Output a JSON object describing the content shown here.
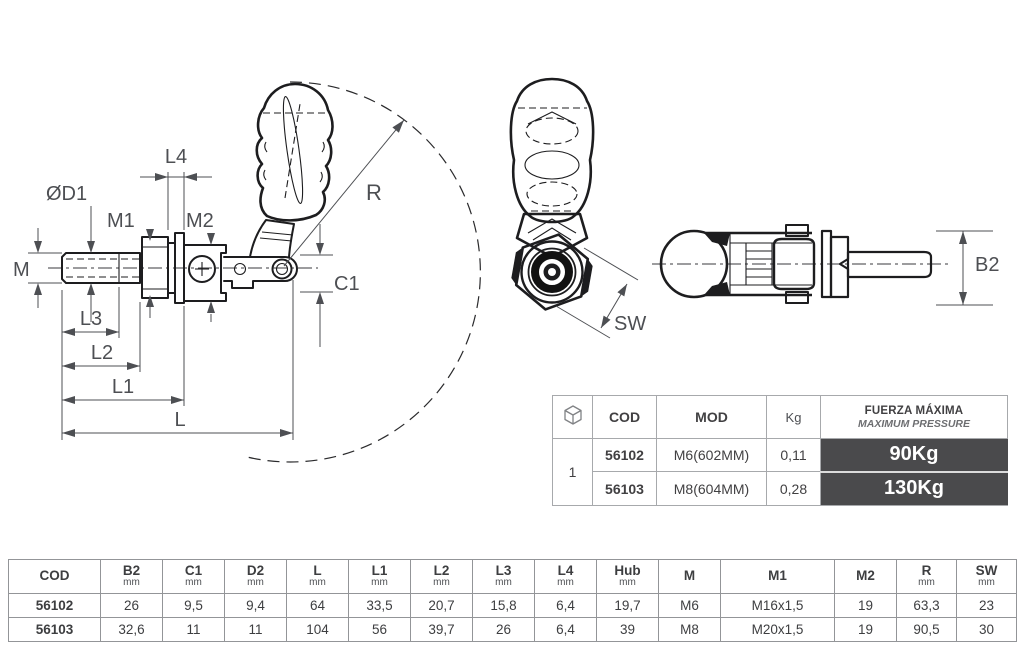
{
  "drawing": {
    "labels": {
      "M": "M",
      "OD1": "ØD1",
      "M1": "M1",
      "M2": "M2",
      "L4": "L4",
      "C1": "C1",
      "R": "R",
      "L3": "L3",
      "L2": "L2",
      "L1": "L1",
      "L": "L",
      "SW": "SW",
      "B2": "B2"
    },
    "line_color": "#1d1d1f",
    "label_color": "#4d4f53"
  },
  "product_table": {
    "headers": {
      "icon": "package-cube-icon",
      "cod": "COD",
      "mod": "MOD",
      "kg": "Kg",
      "force_line1": "FUERZA MÁXIMA",
      "force_line2": "MAXIMUM PRESSURE"
    },
    "qty": "1",
    "force_bg": "#4a4a4c",
    "rows": [
      {
        "cod": "56102",
        "mod": "M6(602MM)",
        "kg": "0,11",
        "force": "90Kg"
      },
      {
        "cod": "56103",
        "mod": "M8(604MM)",
        "kg": "0,28",
        "force": "130Kg"
      }
    ]
  },
  "spec_table": {
    "columns": [
      {
        "label": "COD",
        "unit": ""
      },
      {
        "label": "B2",
        "unit": "mm"
      },
      {
        "label": "C1",
        "unit": "mm"
      },
      {
        "label": "D2",
        "unit": "mm"
      },
      {
        "label": "L",
        "unit": "mm"
      },
      {
        "label": "L1",
        "unit": "mm"
      },
      {
        "label": "L2",
        "unit": "mm"
      },
      {
        "label": "L3",
        "unit": "mm"
      },
      {
        "label": "L4",
        "unit": "mm"
      },
      {
        "label": "Hub",
        "unit": "mm"
      },
      {
        "label": "M",
        "unit": ""
      },
      {
        "label": "M1",
        "unit": ""
      },
      {
        "label": "M2",
        "unit": ""
      },
      {
        "label": "R",
        "unit": "mm"
      },
      {
        "label": "SW",
        "unit": "mm"
      }
    ],
    "rows": [
      [
        "56102",
        "26",
        "9,5",
        "9,4",
        "64",
        "33,5",
        "20,7",
        "15,8",
        "6,4",
        "19,7",
        "M6",
        "M16x1,5",
        "19",
        "63,3",
        "23"
      ],
      [
        "56103",
        "32,6",
        "11",
        "11",
        "104",
        "56",
        "39,7",
        "26",
        "6,4",
        "39",
        "M8",
        "M20x1,5",
        "19",
        "90,5",
        "30"
      ]
    ]
  }
}
